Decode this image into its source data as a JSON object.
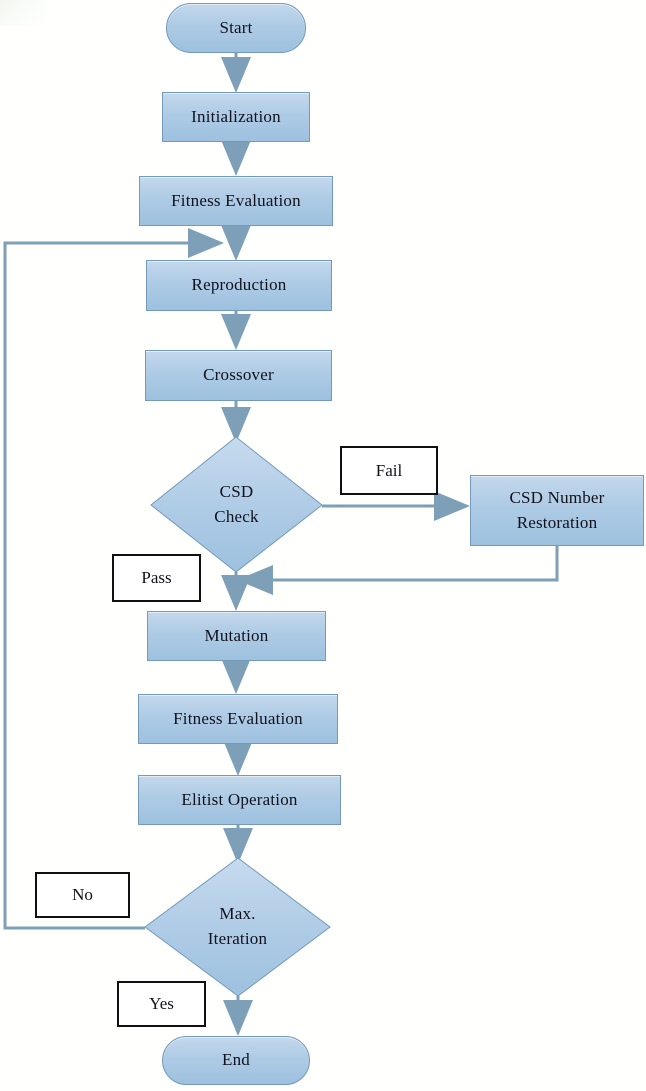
{
  "diagram": {
    "title": "Genetic Algorithm with CSD Check Flowchart",
    "type": "flowchart",
    "colors": {
      "node_fill_top": "#c3d8ec",
      "node_fill_bottom": "#9dc1df",
      "node_border": "#7399bb",
      "edge": "#7d9fb8",
      "label_border": "#100f12",
      "text": "#12121c",
      "background": "#ffffff"
    },
    "nodes": [
      {
        "id": "start",
        "shape": "terminator",
        "label": "Start"
      },
      {
        "id": "init",
        "shape": "process",
        "label": "Initialization"
      },
      {
        "id": "fitness1",
        "shape": "process",
        "label": "Fitness Evaluation"
      },
      {
        "id": "reproduction",
        "shape": "process",
        "label": "Reproduction"
      },
      {
        "id": "crossover",
        "shape": "process",
        "label": "Crossover"
      },
      {
        "id": "csdcheck",
        "shape": "decision",
        "label_line1": "CSD",
        "label_line2": "Check"
      },
      {
        "id": "csdrestore",
        "shape": "process",
        "label_line1": "CSD Number",
        "label_line2": "Restoration"
      },
      {
        "id": "mutation",
        "shape": "process",
        "label": "Mutation"
      },
      {
        "id": "fitness2",
        "shape": "process",
        "label": "Fitness Evaluation"
      },
      {
        "id": "elitist",
        "shape": "process",
        "label": "Elitist Operation"
      },
      {
        "id": "maxiter",
        "shape": "decision",
        "label_line1": "Max.",
        "label_line2": "Iteration"
      },
      {
        "id": "end",
        "shape": "terminator",
        "label": "End"
      }
    ],
    "edge_labels": [
      {
        "id": "fail",
        "label": "Fail"
      },
      {
        "id": "pass",
        "label": "Pass"
      },
      {
        "id": "no",
        "label": "No"
      },
      {
        "id": "yes",
        "label": "Yes"
      }
    ],
    "edges": [
      {
        "from": "start",
        "to": "init",
        "label": ""
      },
      {
        "from": "init",
        "to": "fitness1",
        "label": ""
      },
      {
        "from": "fitness1",
        "to": "reproduction",
        "label": ""
      },
      {
        "from": "reproduction",
        "to": "crossover",
        "label": ""
      },
      {
        "from": "crossover",
        "to": "csdcheck",
        "label": ""
      },
      {
        "from": "csdcheck",
        "to": "csdrestore",
        "label": "Fail"
      },
      {
        "from": "csdrestore",
        "to": "mutation",
        "label": ""
      },
      {
        "from": "csdcheck",
        "to": "mutation",
        "label": "Pass"
      },
      {
        "from": "mutation",
        "to": "fitness2",
        "label": ""
      },
      {
        "from": "fitness2",
        "to": "elitist",
        "label": ""
      },
      {
        "from": "elitist",
        "to": "maxiter",
        "label": ""
      },
      {
        "from": "maxiter",
        "to": "reproduction",
        "label": "No"
      },
      {
        "from": "maxiter",
        "to": "end",
        "label": "Yes"
      }
    ]
  }
}
